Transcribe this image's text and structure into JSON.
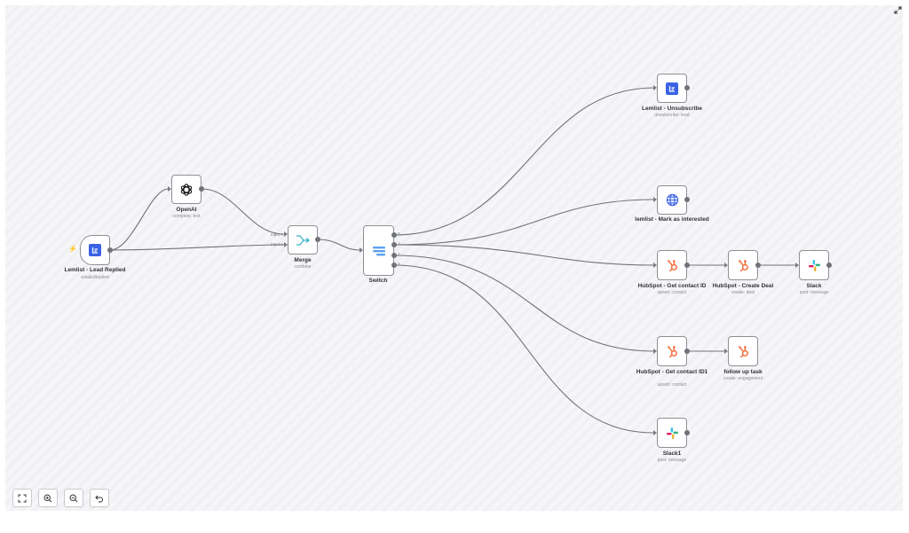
{
  "canvas": {
    "accent_color": "#3a62e6",
    "trigger_color": "#ff5a4e",
    "wire_color": "#6f7278"
  },
  "nodes": {
    "lemlist_lead_replied": {
      "label": "Lemlist - Lead Replied",
      "subtitle": "emailsReplied",
      "icon": "lemlist-icon"
    },
    "openai": {
      "label": "OpenAI",
      "subtitle": "complete: text",
      "icon": "openai-icon"
    },
    "merge": {
      "label": "Merge",
      "subtitle": "combine",
      "icon": "merge-icon",
      "inputs": [
        "Input 1",
        "Input 2"
      ]
    },
    "switch": {
      "label": "Switch",
      "icon": "switch-icon",
      "outputs": [
        "0",
        "1",
        "2",
        "3"
      ]
    },
    "lemlist_unsubscribe": {
      "label": "Lemlist - Unsubscribe",
      "subtitle": "unsubscribe: lead",
      "icon": "lemlist-icon"
    },
    "lemlist_mark_interested": {
      "label": "lemlist - Mark as interested",
      "icon": "globe-icon"
    },
    "hubspot_get_contact": {
      "label": "HubSpot - Get contact ID",
      "subtitle": "upsert: contact",
      "icon": "hubspot-icon"
    },
    "hubspot_create_deal": {
      "label": "HubSpot - Create Deal",
      "subtitle": "create: deal",
      "icon": "hubspot-icon"
    },
    "slack": {
      "label": "Slack",
      "subtitle": "post: message",
      "icon": "slack-icon"
    },
    "hubspot_get_contact_1": {
      "label": "HubSpot - Get contact ID1",
      "subtitle": "upsert: contact",
      "icon": "hubspot-icon"
    },
    "follow_up_task": {
      "label": "follow up task",
      "subtitle": "create: engagement",
      "icon": "hubspot-icon"
    },
    "slack1": {
      "label": "Slack1",
      "subtitle": "post: message",
      "icon": "slack-icon"
    }
  },
  "controls": [
    "fit-view-icon",
    "zoom-in-icon",
    "zoom-out-icon",
    "reset-zoom-icon"
  ],
  "toolbar": {
    "fullscreen_icon": "expand-icon"
  }
}
